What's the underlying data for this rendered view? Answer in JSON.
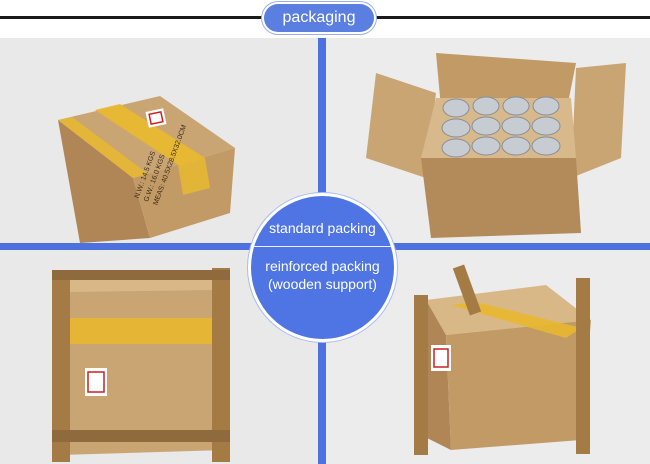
{
  "header": {
    "title": "packaging"
  },
  "center_badge": {
    "standard_label": "standard packing",
    "reinforced_label_line1": "reinforced packing",
    "reinforced_label_line2": "(wooden support)"
  },
  "photos": {
    "closed_box_label": {
      "line1": "N.W.: 14.5 KGS",
      "line2": "G.W.: 16.0 KGS",
      "line3": "MEAS: 40.5X28.5X32.0CM"
    }
  },
  "colors": {
    "accent_blue": "#4d72e0",
    "cardboard": "#b8915f",
    "tape": "#e8b830",
    "background": "#e9e9e9"
  },
  "icons": [
    "fragile-glass-icon",
    "fragile-glass-icon",
    "fragile-glass-icon"
  ]
}
